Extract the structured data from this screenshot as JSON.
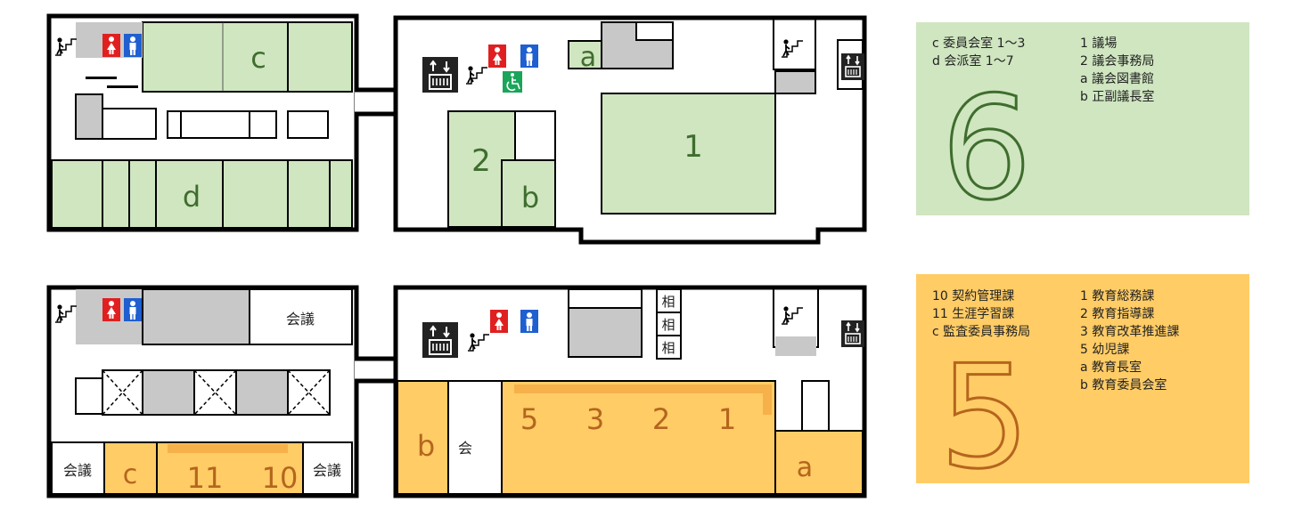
{
  "colors": {
    "floor6": "#cfe6c0",
    "floor5": "#ffcc66",
    "floor6_label": "#3f6d2e",
    "floor5_label": "#b5651d",
    "wall": "#000000",
    "gray_room": "#c8c8c8",
    "toilet_red": "#e02020",
    "toilet_blue": "#1f5fd0",
    "access_green": "#1aa55a"
  },
  "floor6": {
    "number": "6",
    "legend_left": [
      "c 委員会室 1～3",
      "d 会派室 1～7"
    ],
    "legend_right": [
      "1 議場",
      "2 議会事務局",
      "a 議会図書館",
      "b 正副議長室"
    ],
    "labels": {
      "c": "c",
      "d": "d",
      "one": "1",
      "two": "2",
      "a": "a",
      "b": "b"
    },
    "icons": [
      "stairs-icon",
      "toilet-women-icon",
      "toilet-men-icon",
      "elevator-icon",
      "accessible-toilet-icon"
    ]
  },
  "floor5": {
    "number": "5",
    "legend_left": [
      "10 契約管理課",
      "11 生涯学習課",
      "c 監査委員事務局"
    ],
    "legend_right": [
      "1 教育総務課",
      "2 教育指導課",
      "3 教育改革推進課",
      "5 幼児課",
      "a 教育長室",
      "b 教育委員会室"
    ],
    "labels": {
      "kaigi_top": "会議",
      "kaigi_bl": "会議",
      "kaigi_br": "会議",
      "c": "c",
      "n11": "11",
      "n10": "10",
      "b": "b",
      "kai": "会",
      "n5": "5",
      "n3": "3",
      "n2": "2",
      "n1": "1",
      "a": "a",
      "so1": "相",
      "so2": "相",
      "so3": "相"
    }
  }
}
